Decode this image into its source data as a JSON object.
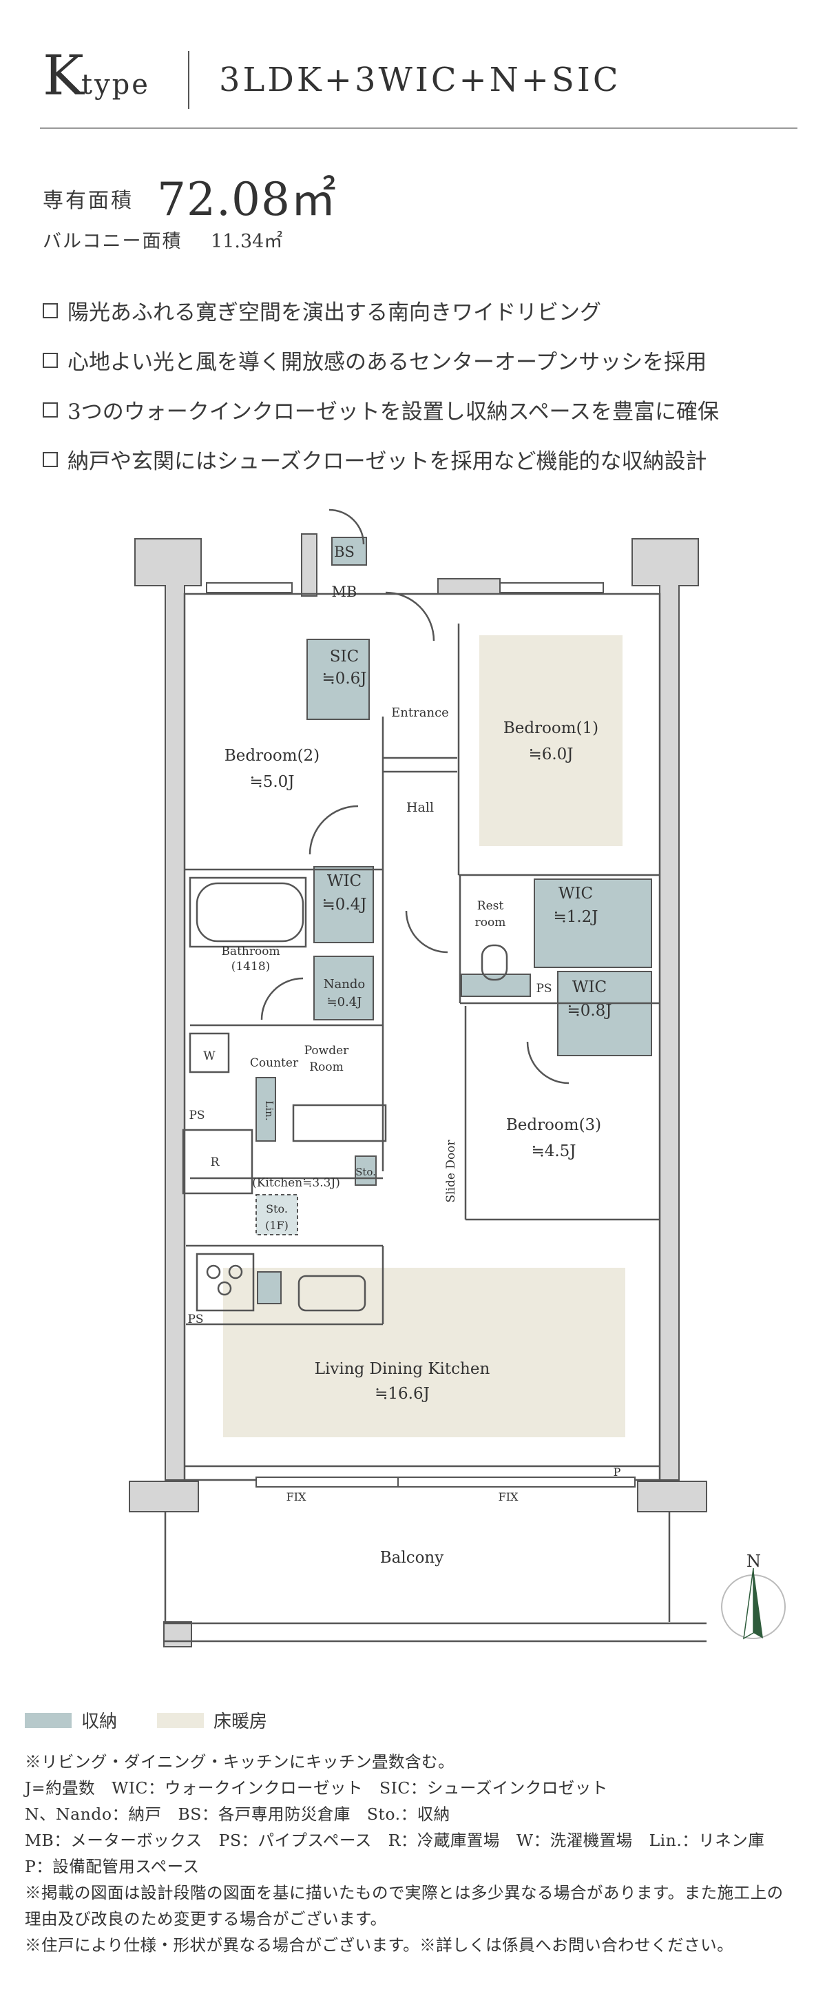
{
  "header": {
    "type_letter": "K",
    "type_word": "type",
    "plan_type": "3LDK+3WIC+N+SIC"
  },
  "area": {
    "label": "専有面積",
    "value": "72.08㎡",
    "balcony_label": "バルコニー面積",
    "balcony_value": "11.34㎡"
  },
  "features": [
    "陽光あふれる寛ぎ空間を演出する南向きワイドリビング",
    "心地よい光と風を導く開放感のあるセンターオープンサッシを採用",
    "3つのウォークインクローゼットを設置し収納スペースを豊富に確保",
    "納戸や玄関にはシューズクローゼットを採用など機能的な収納設計"
  ],
  "colors": {
    "storage": "#b7c9cb",
    "floor_heating": "#edeade",
    "wall": "#d6d6d6",
    "line": "#555555",
    "compass_green": "#2f5c3c"
  },
  "plan": {
    "rooms": {
      "bs": "BS",
      "mb": "MB",
      "sic": "SIC",
      "sic_size": "≒0.6J",
      "entrance": "Entrance",
      "bedroom1": "Bedroom(1)",
      "bedroom1_size": "≒6.0J",
      "bedroom2": "Bedroom(2)",
      "bedroom2_size": "≒5.0J",
      "hall": "Hall",
      "wic1": "WIC",
      "wic1_size": "≒0.4J",
      "rest1": "Rest",
      "rest2": "room",
      "wic2": "WIC",
      "wic2_size": "≒1.2J",
      "bath": "Bathroom",
      "bath_size": "(1418)",
      "nando": "Nando",
      "nando_size": "≒0.4J",
      "ps1": "PS",
      "wic3": "WIC",
      "wic3_size": "≒0.8J",
      "w": "W",
      "counter": "Counter",
      "powder1": "Powder",
      "powder2": "Room",
      "bedroom3": "Bedroom(3)",
      "bedroom3_size": "≒4.5J",
      "ps2": "PS",
      "lin": "Lin.",
      "r": "R",
      "sto1": "Sto.",
      "kitchen": "(Kitchen≒3.3J)",
      "slide_door": "Slide Door",
      "sto2": "Sto.",
      "sto2_sub": "(1F)",
      "ps3": "PS",
      "ldk": "Living Dining Kitchen",
      "ldk_size": "≒16.6J",
      "p": "P",
      "fix1": "FIX",
      "fix2": "FIX",
      "balcony": "Balcony",
      "north": "N"
    }
  },
  "legend": {
    "storage": "収納",
    "floor_heating": "床暖房"
  },
  "notes": [
    "※リビング・ダイニング・キッチンにキッチン畳数含む。",
    "J=約畳数　WIC：ウォークインクローゼット　SIC：シューズインクロゼット",
    "N、Nando：納戸　BS：各戸専用防災倉庫　Sto.：収納",
    "MB：メーターボックス　PS：パイプスペース　R：冷蔵庫置場　W：洗濯機置場　Lin.：リネン庫",
    "P：設備配管用スペース",
    "※掲載の図面は設計段階の図面を基に描いたもので実際とは多少異なる場合があります。また施工上の",
    "理由及び改良のため変更する場合がございます。",
    "※住戸により仕様・形状が異なる場合がございます。※詳しくは係員へお問い合わせください。"
  ]
}
